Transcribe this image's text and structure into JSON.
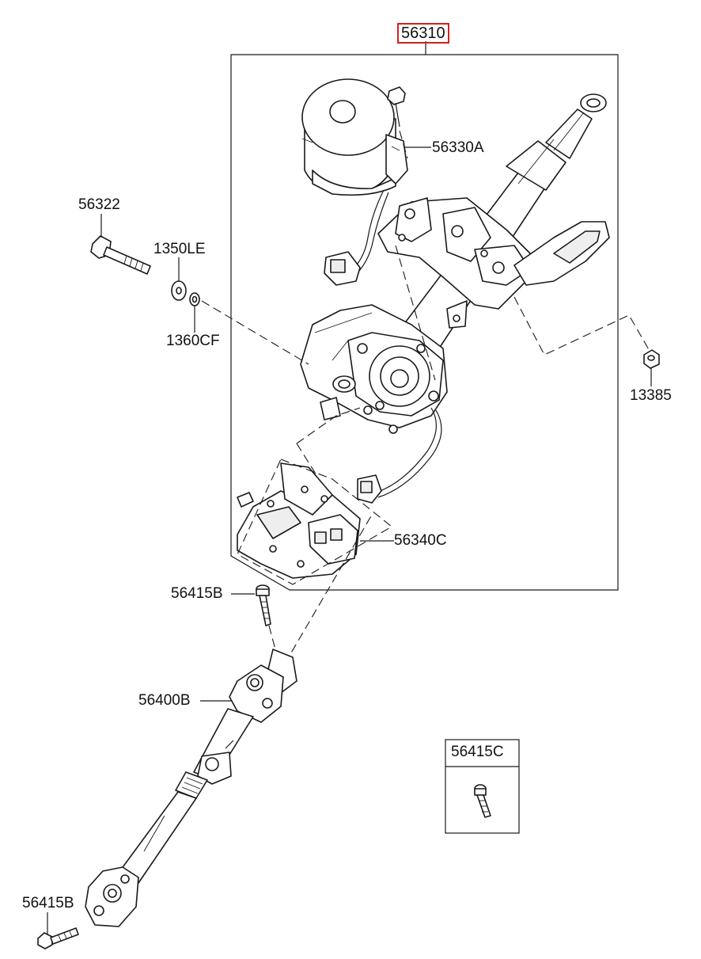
{
  "labels": {
    "assembly": "56310",
    "motor_bolt": "56330A",
    "bolt": "56322",
    "washer": "1350LE",
    "washer_small": "1360CF",
    "nut": "13385",
    "module": "56340C",
    "bolt_upper": "56415B",
    "shaft": "56400B",
    "bolt_lower": "56415B",
    "inset_bolt": "56415C"
  },
  "colors": {
    "highlight": "#d42020",
    "line": "#1a1a1a"
  }
}
